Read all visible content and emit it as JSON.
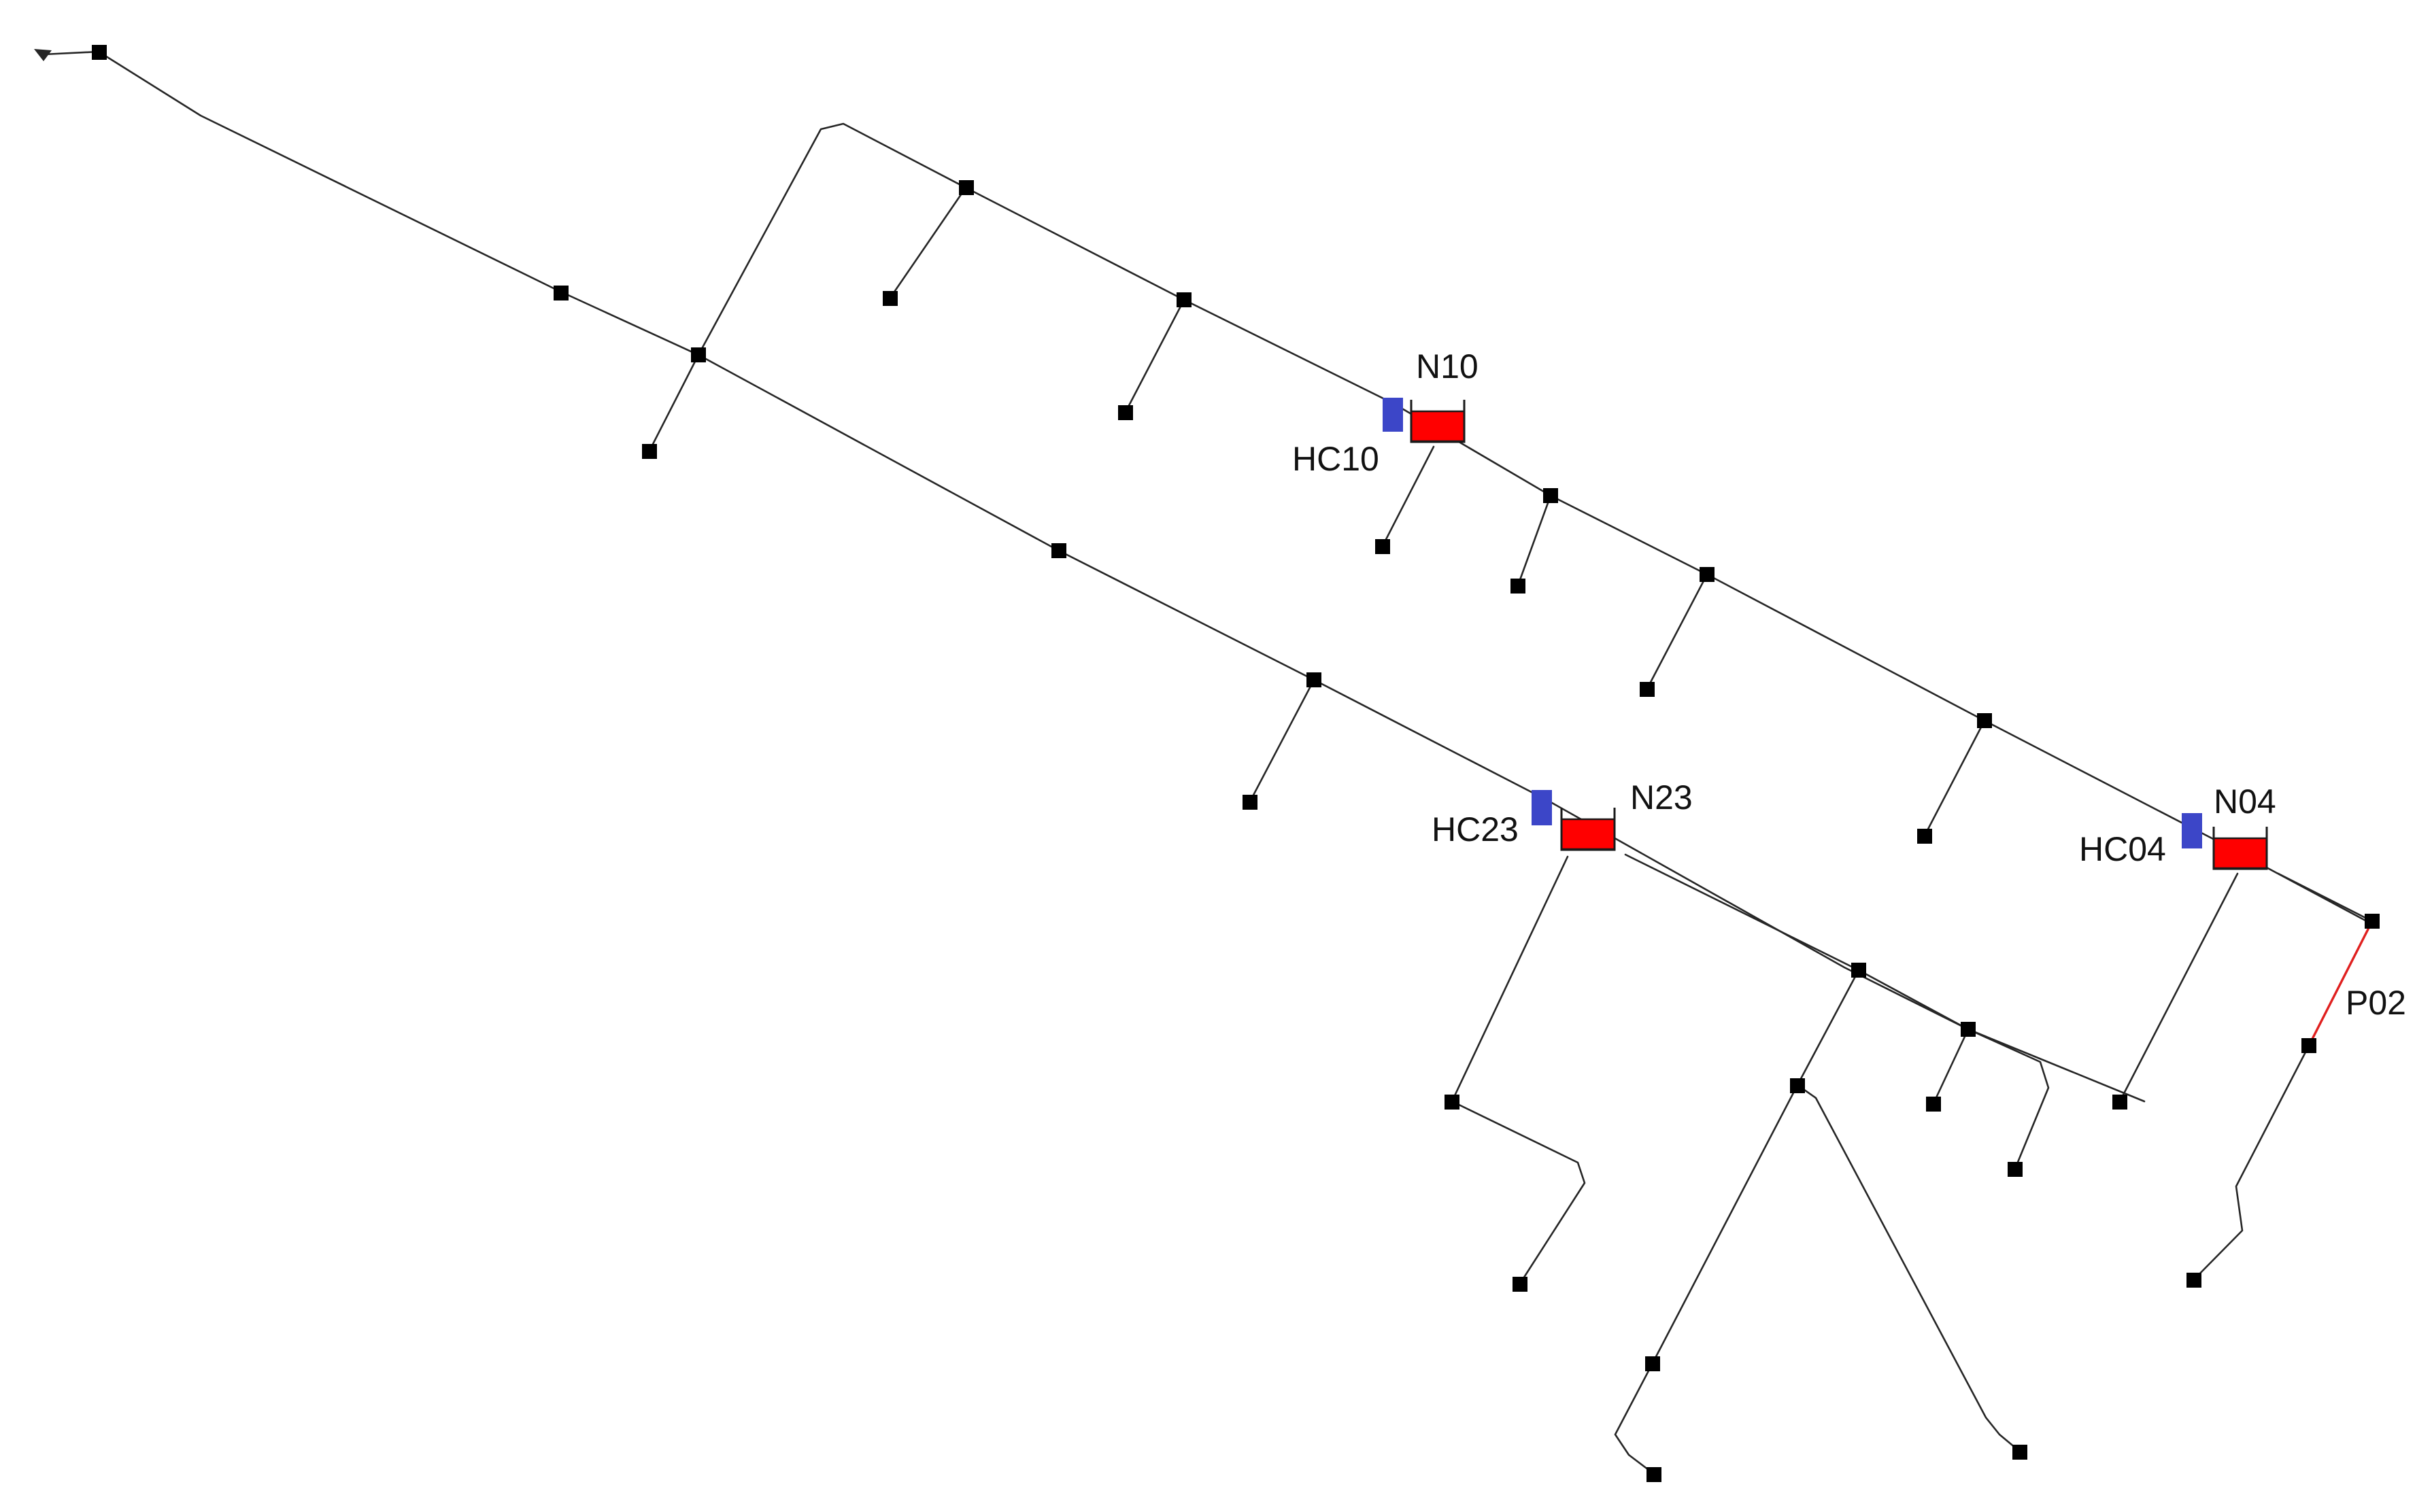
{
  "diagram": {
    "type": "pipe-network",
    "labels": {
      "n10": "N10",
      "hc10": "HC10",
      "n23": "N23",
      "hc23": "HC23",
      "n04": "N04",
      "hc04": "HC04",
      "p02": "P02"
    },
    "colors": {
      "pipe": "#262626",
      "node": "#000000",
      "highlighted_pipe": "#e0201f",
      "hc_marker": "#3c46c8",
      "tank": "#ff0000"
    },
    "icons": {
      "outlet": "outlet-arrow-icon",
      "node": "junction-square-icon",
      "hc": "hydraulic-control-icon",
      "tank": "storage-tank-icon"
    }
  }
}
